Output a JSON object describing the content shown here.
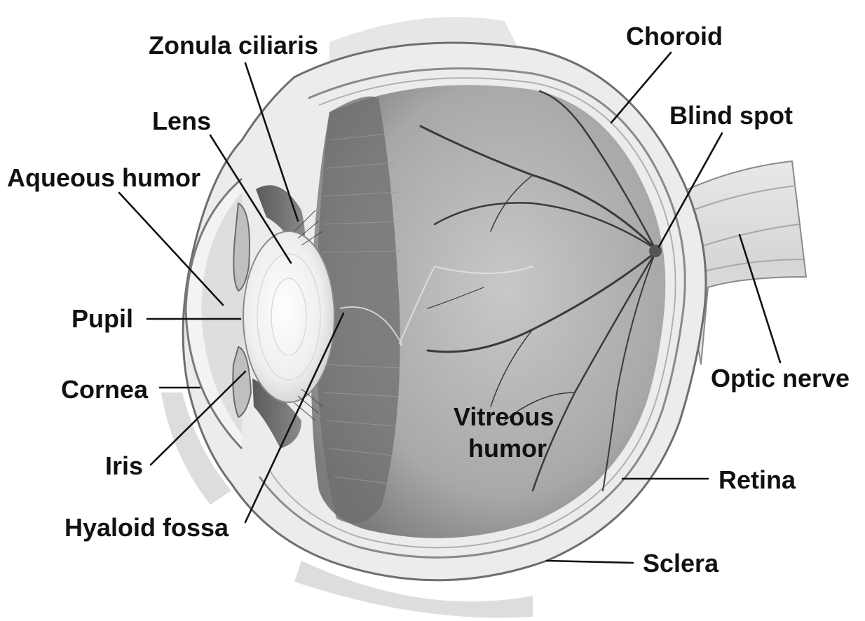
{
  "labels": {
    "zonula_ciliaris": "Zonula ciliaris",
    "choroid": "Choroid",
    "lens": "Lens",
    "blind_spot": "Blind spot",
    "aqueous_humor": "Aqueous humor",
    "pupil": "Pupil",
    "cornea": "Cornea",
    "optic_nerve": "Optic nerve",
    "vitreous_humor_line1": "Vitreous",
    "vitreous_humor_line2": "humor",
    "iris": "Iris",
    "retina": "Retina",
    "hyaloid_fossa": "Hyaloid fossa",
    "sclera": "Sclera"
  },
  "colors": {
    "label_text": "#111111",
    "vitreous_fill": "#a9a9a9",
    "sclera_fill": "#ececec",
    "vessel": "#3a3a3a"
  }
}
